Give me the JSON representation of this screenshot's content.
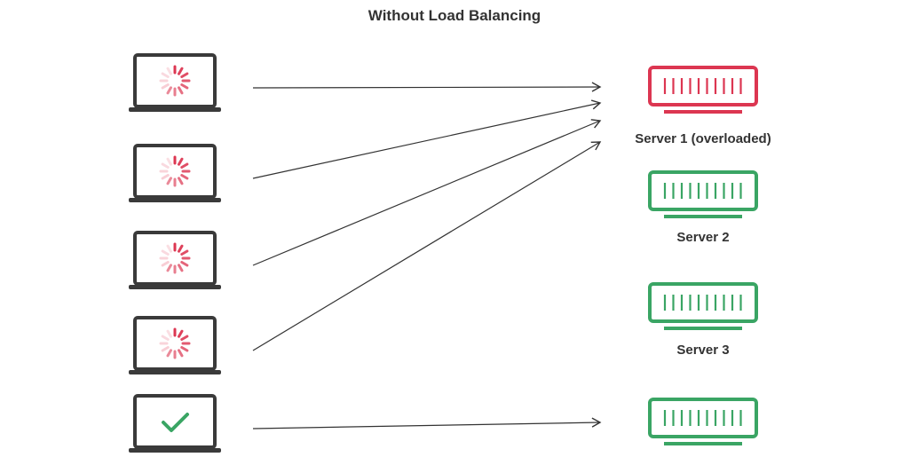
{
  "title": "Without Load Balancing",
  "colors": {
    "outline": "#3a3a3a",
    "overloaded": "#dc3651",
    "healthy": "#3aa564",
    "arrow": "#333333"
  },
  "clients": [
    {
      "name": "client-1",
      "status": "loading",
      "target": 0
    },
    {
      "name": "client-2",
      "status": "loading",
      "target": 0
    },
    {
      "name": "client-3",
      "status": "loading",
      "target": 0
    },
    {
      "name": "client-4",
      "status": "loading",
      "target": 0
    },
    {
      "name": "client-5",
      "status": "done",
      "target": 3
    }
  ],
  "servers": [
    {
      "label": "Server 1 (overloaded)",
      "state": "overloaded"
    },
    {
      "label": "Server 2",
      "state": "healthy"
    },
    {
      "label": "Server 3",
      "state": "healthy"
    },
    {
      "label": "",
      "state": "healthy"
    }
  ]
}
